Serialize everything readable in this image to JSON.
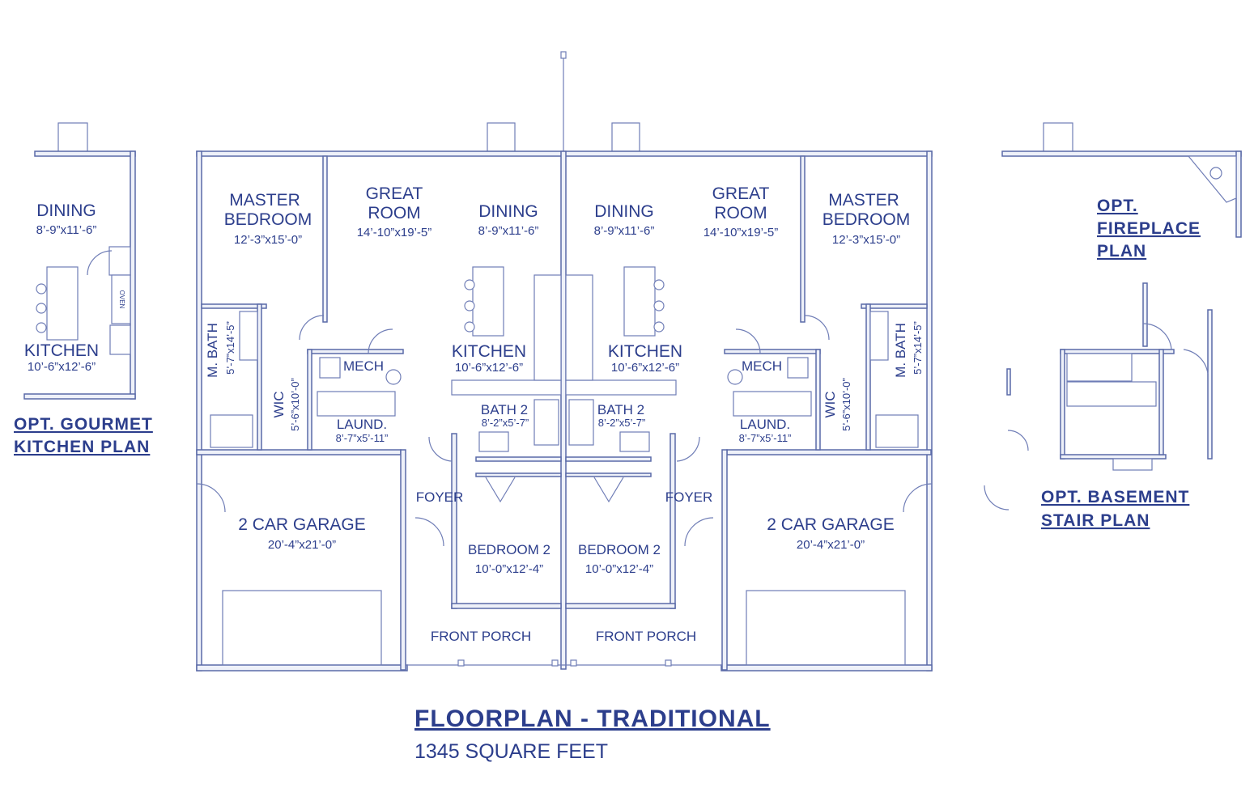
{
  "title": "FLOORPLAN - TRADITIONAL",
  "subtitle": "1345 SQUARE FEET",
  "colors": {
    "line": "#5a6aa8",
    "text": "#2c3e8c",
    "wall_fill": "#eef1f9"
  },
  "left_unit": {
    "master_bedroom": {
      "name_line1": "MASTER",
      "name_line2": "BEDROOM",
      "dim": "12’-3”x15’-0”"
    },
    "great_room": {
      "name_line1": "GREAT",
      "name_line2": "ROOM",
      "dim": "14’-10”x19’-5”"
    },
    "dining": {
      "name": "DINING",
      "dim": "8’-9”x11’-6”"
    },
    "kitchen": {
      "name": "KITCHEN",
      "dim": "10’-6”x12’-6”"
    },
    "mech": {
      "name": "MECH"
    },
    "m_bath": {
      "name": "M. BATH",
      "dim": "5’-7”x14’-5”"
    },
    "wic": {
      "name": "WIC",
      "dim": "5’-6”x10’-0”"
    },
    "laund": {
      "name": "LAUND.",
      "dim": "8’-7”x5’-11”"
    },
    "bath2": {
      "name": "BATH 2",
      "dim": "8’-2”x5’-7”"
    },
    "foyer": {
      "name": "FOYER"
    },
    "bedroom2": {
      "name": "BEDROOM 2",
      "dim": "10’-0”x12’-4”"
    },
    "garage": {
      "name": "2 CAR GARAGE",
      "dim": "20’-4”x21’-0”"
    },
    "porch": {
      "name": "FRONT PORCH"
    }
  },
  "right_unit": {
    "master_bedroom": {
      "name_line1": "MASTER",
      "name_line2": "BEDROOM",
      "dim": "12’-3”x15’-0”"
    },
    "great_room": {
      "name_line1": "GREAT",
      "name_line2": "ROOM",
      "dim": "14’-10”x19’-5”"
    },
    "dining": {
      "name": "DINING",
      "dim": "8’-9”x11’-6”"
    },
    "kitchen": {
      "name": "KITCHEN",
      "dim": "10’-6”x12’-6”"
    },
    "mech": {
      "name": "MECH"
    },
    "m_bath": {
      "name": "M. BATH",
      "dim": "5’-7”x14’-5”"
    },
    "wic": {
      "name": "WIC",
      "dim": "5’-6”x10’-0”"
    },
    "laund": {
      "name": "LAUND.",
      "dim": "8’-7”x5’-11”"
    },
    "bath2": {
      "name": "BATH 2",
      "dim": "8’-2”x5’-7”"
    },
    "foyer": {
      "name": "FOYER"
    },
    "bedroom2": {
      "name": "BEDROOM 2",
      "dim": "10’-0”x12’-4”"
    },
    "garage": {
      "name": "2 CAR GARAGE",
      "dim": "20’-4”x21’-0”"
    },
    "porch": {
      "name": "FRONT PORCH"
    }
  },
  "gourmet": {
    "dining": {
      "name": "DINING",
      "dim": "8’-9”x11’-6”"
    },
    "kitchen": {
      "name": "KITCHEN",
      "dim": "10’-6”x12’-6”"
    },
    "oven_label": "OVEN",
    "caption_line1": "OPT. GOURMET",
    "caption_line2": "KITCHEN PLAN"
  },
  "fireplace": {
    "caption_line1": "OPT.",
    "caption_line2": "FIREPLACE",
    "caption_line3": "PLAN"
  },
  "basement": {
    "caption_line1": "OPT. BASEMENT",
    "caption_line2": "STAIR PLAN"
  }
}
